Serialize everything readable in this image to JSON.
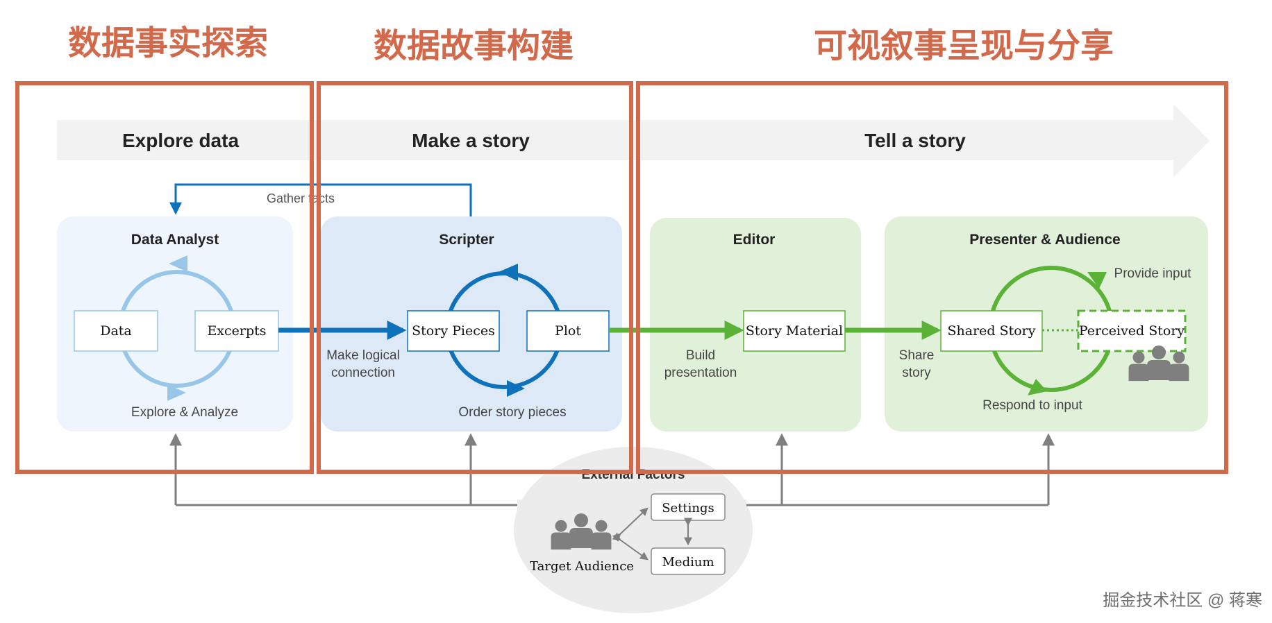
{
  "stage_titles": {
    "explore_cn": "数据事实探索",
    "make_cn": "数据故事构建",
    "tell_cn": "可视叙事呈现与分享"
  },
  "banner": {
    "explore": "Explore data",
    "make": "Make a story",
    "tell": "Tell a story"
  },
  "panels": {
    "analyst": {
      "title": "Data Analyst",
      "box_data": "Data",
      "box_excerpts": "Excerpts",
      "caption": "Explore & Analyze"
    },
    "scripter": {
      "title": "Scripter",
      "box_pieces": "Story Pieces",
      "box_plot": "Plot",
      "caption": "Order story pieces"
    },
    "editor": {
      "title": "Editor",
      "box_material": "Story Material"
    },
    "presenter": {
      "title": "Presenter & Audience",
      "box_shared": "Shared Story",
      "box_perceived": "Perceived Story",
      "provide": "Provide input",
      "respond": "Respond to input"
    }
  },
  "connectors": {
    "gather": "Gather facts",
    "make_logical_1": "Make logical",
    "make_logical_2": "connection",
    "build_1": "Build",
    "build_2": "presentation",
    "share_1": "Share",
    "share_2": "story"
  },
  "external": {
    "title": "External Factors",
    "settings": "Settings",
    "medium": "Medium",
    "audience": "Target Audience"
  },
  "watermark": "掘金技术社区 @ 蒋寒",
  "colors": {
    "highlight": "#d2694a",
    "blue": "#0e72bb",
    "light_blue": "#97c6e9",
    "green": "#5ab236",
    "gray": "#7f7f7f"
  }
}
